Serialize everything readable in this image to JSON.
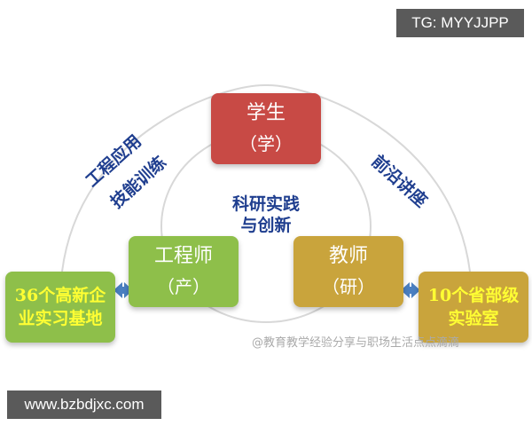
{
  "top_badge": "TG: MYYJJPP",
  "bottom_badge": "www.bzbdjxc.com",
  "watermark": "@教育教学经验分享与职场生活点点滴滴",
  "nodes": {
    "student": {
      "title": "学生",
      "sub": "（学）"
    },
    "engineer": {
      "title": "工程师",
      "sub": "（产）"
    },
    "teacher": {
      "title": "教师",
      "sub": "（研）"
    },
    "base": {
      "line1": "36个高新企",
      "line2": "业实习基地"
    },
    "lab": {
      "line1": "10个省部级",
      "line2": "实验室"
    }
  },
  "labels": {
    "engineering": {
      "line1": "工程应用",
      "line2": "技能训练"
    },
    "research": {
      "line1": "科研实践",
      "line2": "与创新"
    },
    "lectures": "前沿讲座"
  },
  "colors": {
    "student_box": "#c84a45",
    "engineer_box": "#8ebf4a",
    "teacher_box": "#c9a43c",
    "label_text": "#1f3e8f",
    "highlight_text": "#ffff33",
    "arrow": "#4a7fc1"
  }
}
